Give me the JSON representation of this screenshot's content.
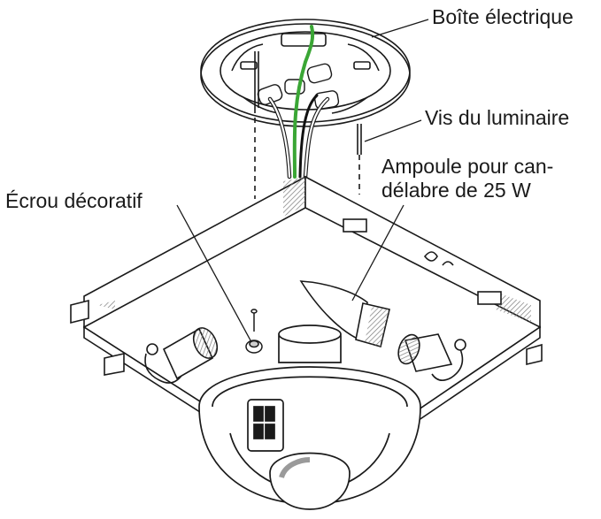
{
  "labels": {
    "electrical_box": "Boîte électrique",
    "fixture_screws": "Vis du luminaire",
    "bulb_line1": "Ampoule pour can-",
    "bulb_line2": "délabre de 25 W",
    "decorative_nut": "Écrou décoratif"
  },
  "colors": {
    "line": "#1a1a1a",
    "ground_wire": "#3aa635",
    "hot_wire": "#111111",
    "neutral_wire": "#ffffff",
    "shading": "#9a9a9a"
  }
}
